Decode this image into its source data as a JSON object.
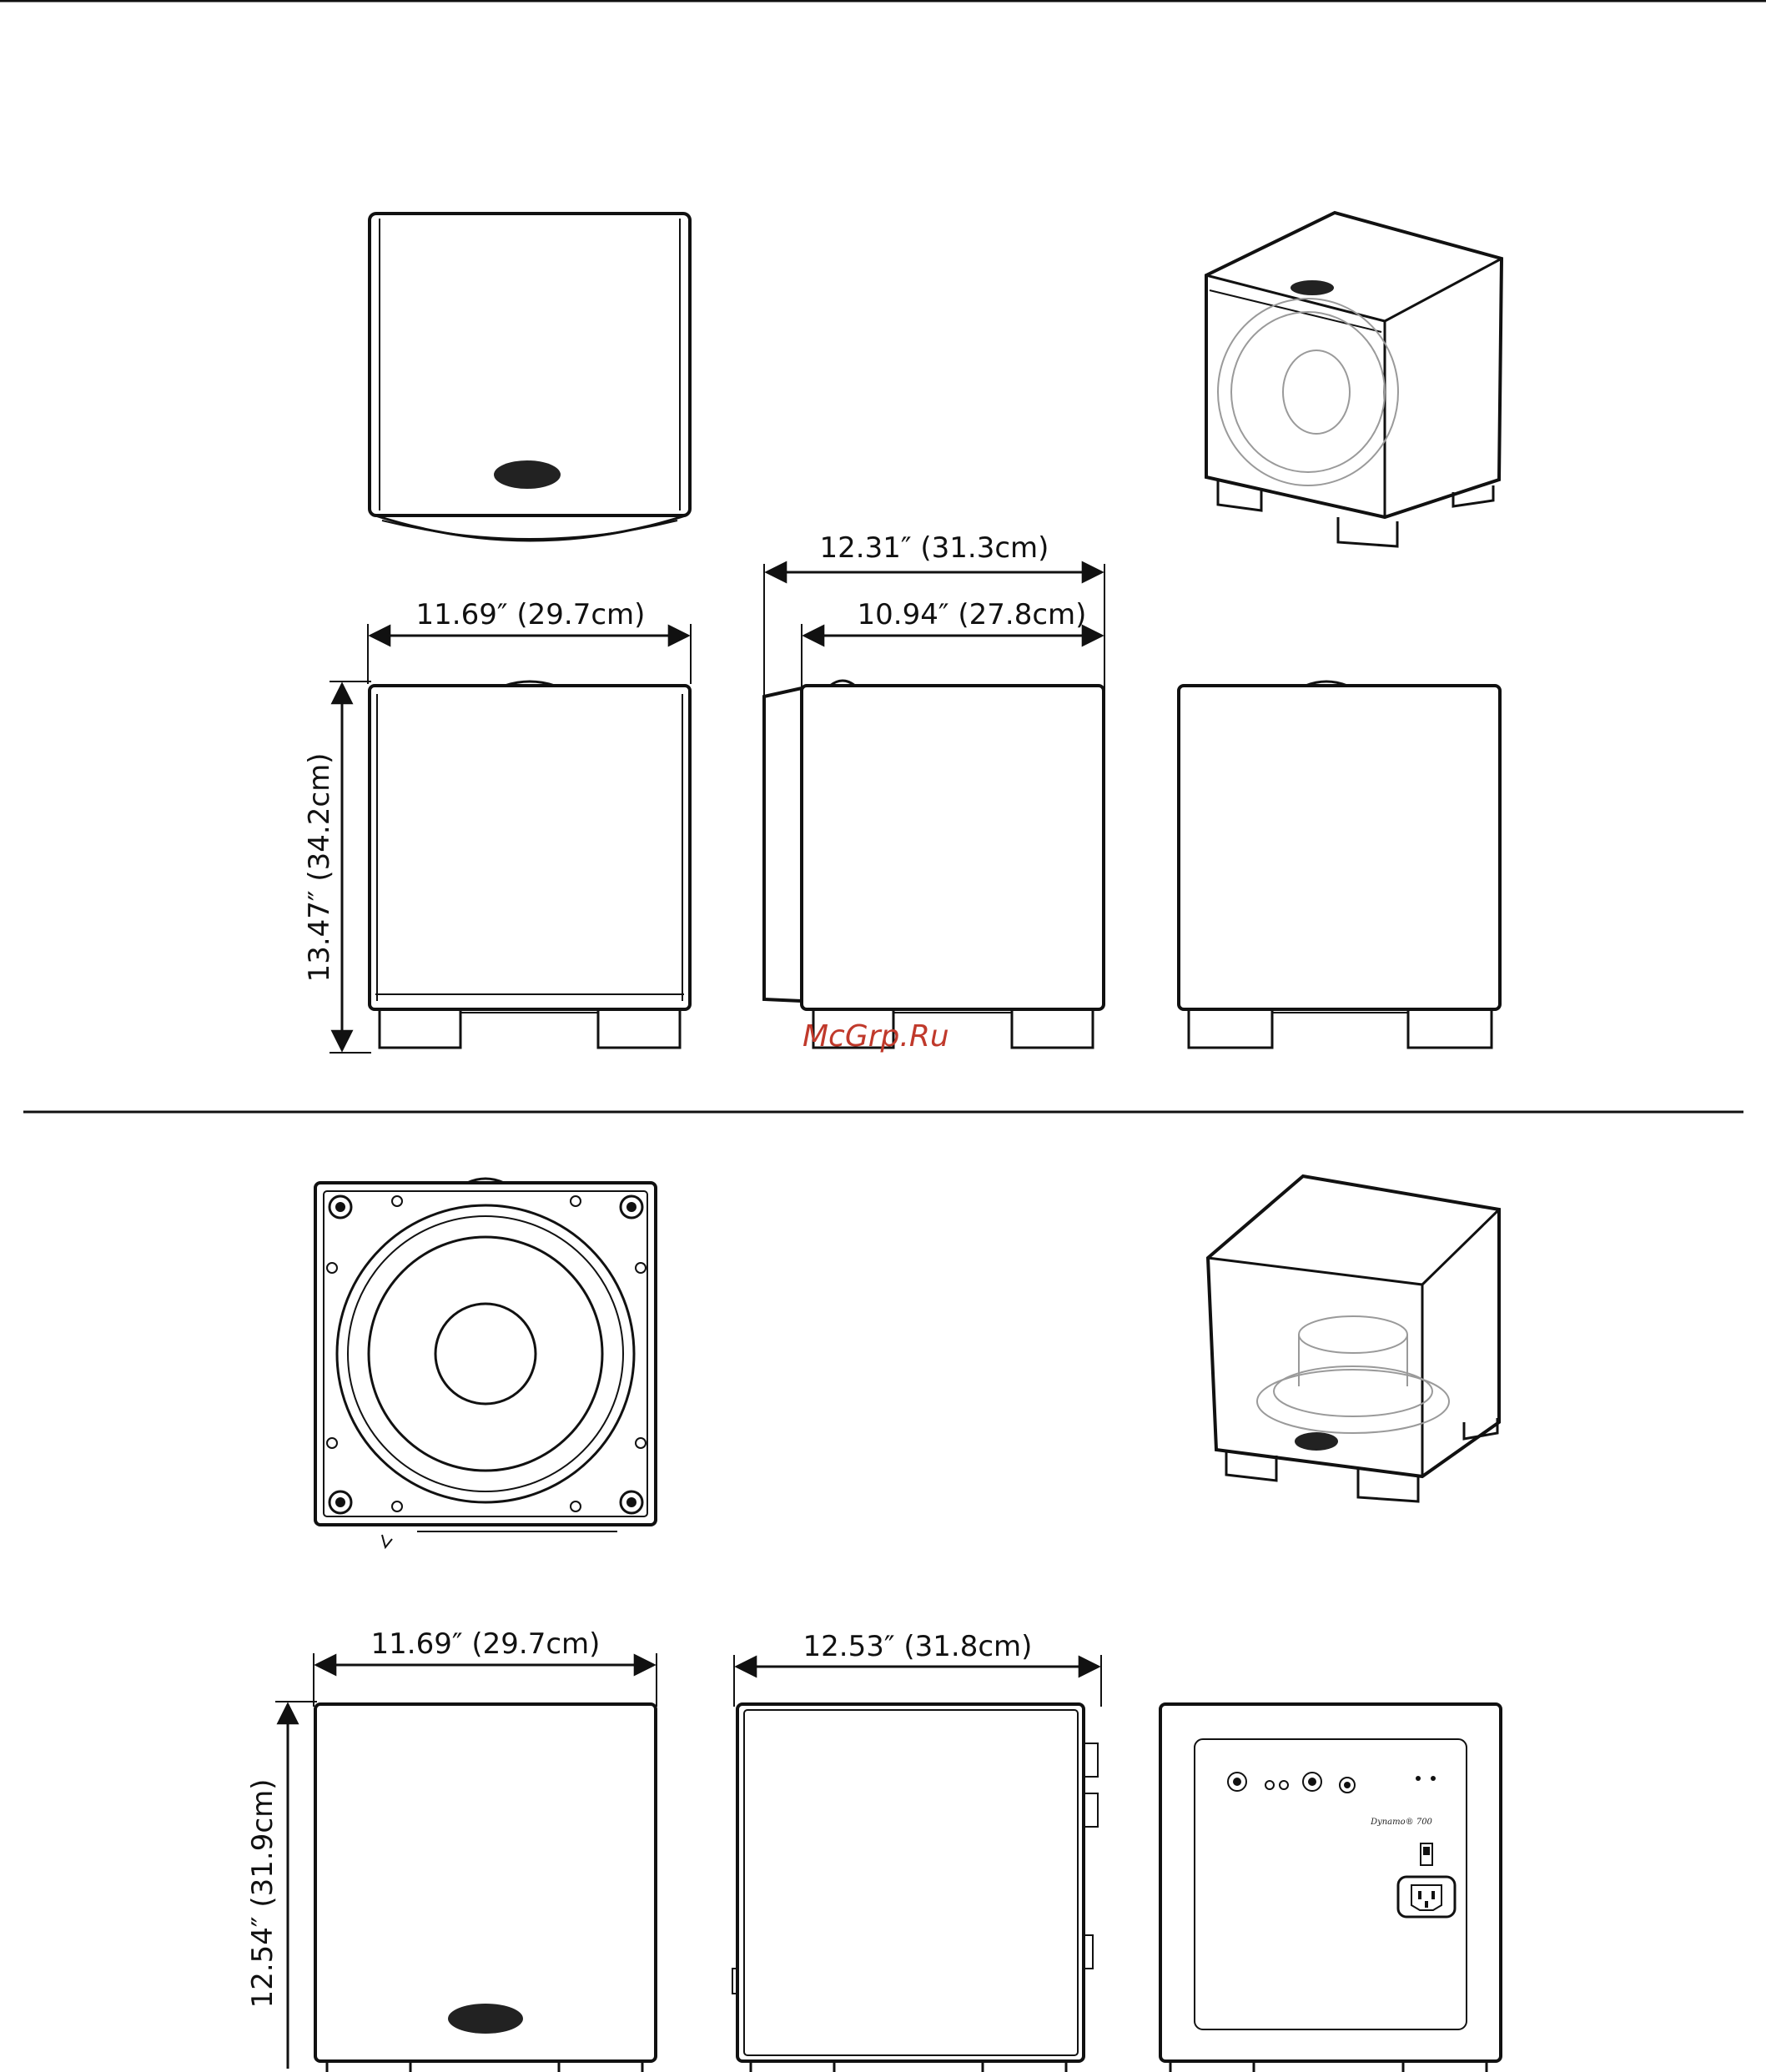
{
  "dimensions": {
    "top_width_front": "11.69″ (29.7cm)",
    "top_height": "13.47″ (34.2cm)",
    "top_depth_overall": "12.31″ (31.3cm)",
    "top_depth_cabinet": "10.94″ (27.8cm)",
    "bottom_width_front": "11.69″ (29.7cm)",
    "bottom_depth": "12.53″ (31.8cm)",
    "bottom_height": "12.54″ (31.9cm)"
  },
  "watermark": "McGrp.Ru",
  "rear_panel": {
    "model": "Dynamo® 700"
  }
}
